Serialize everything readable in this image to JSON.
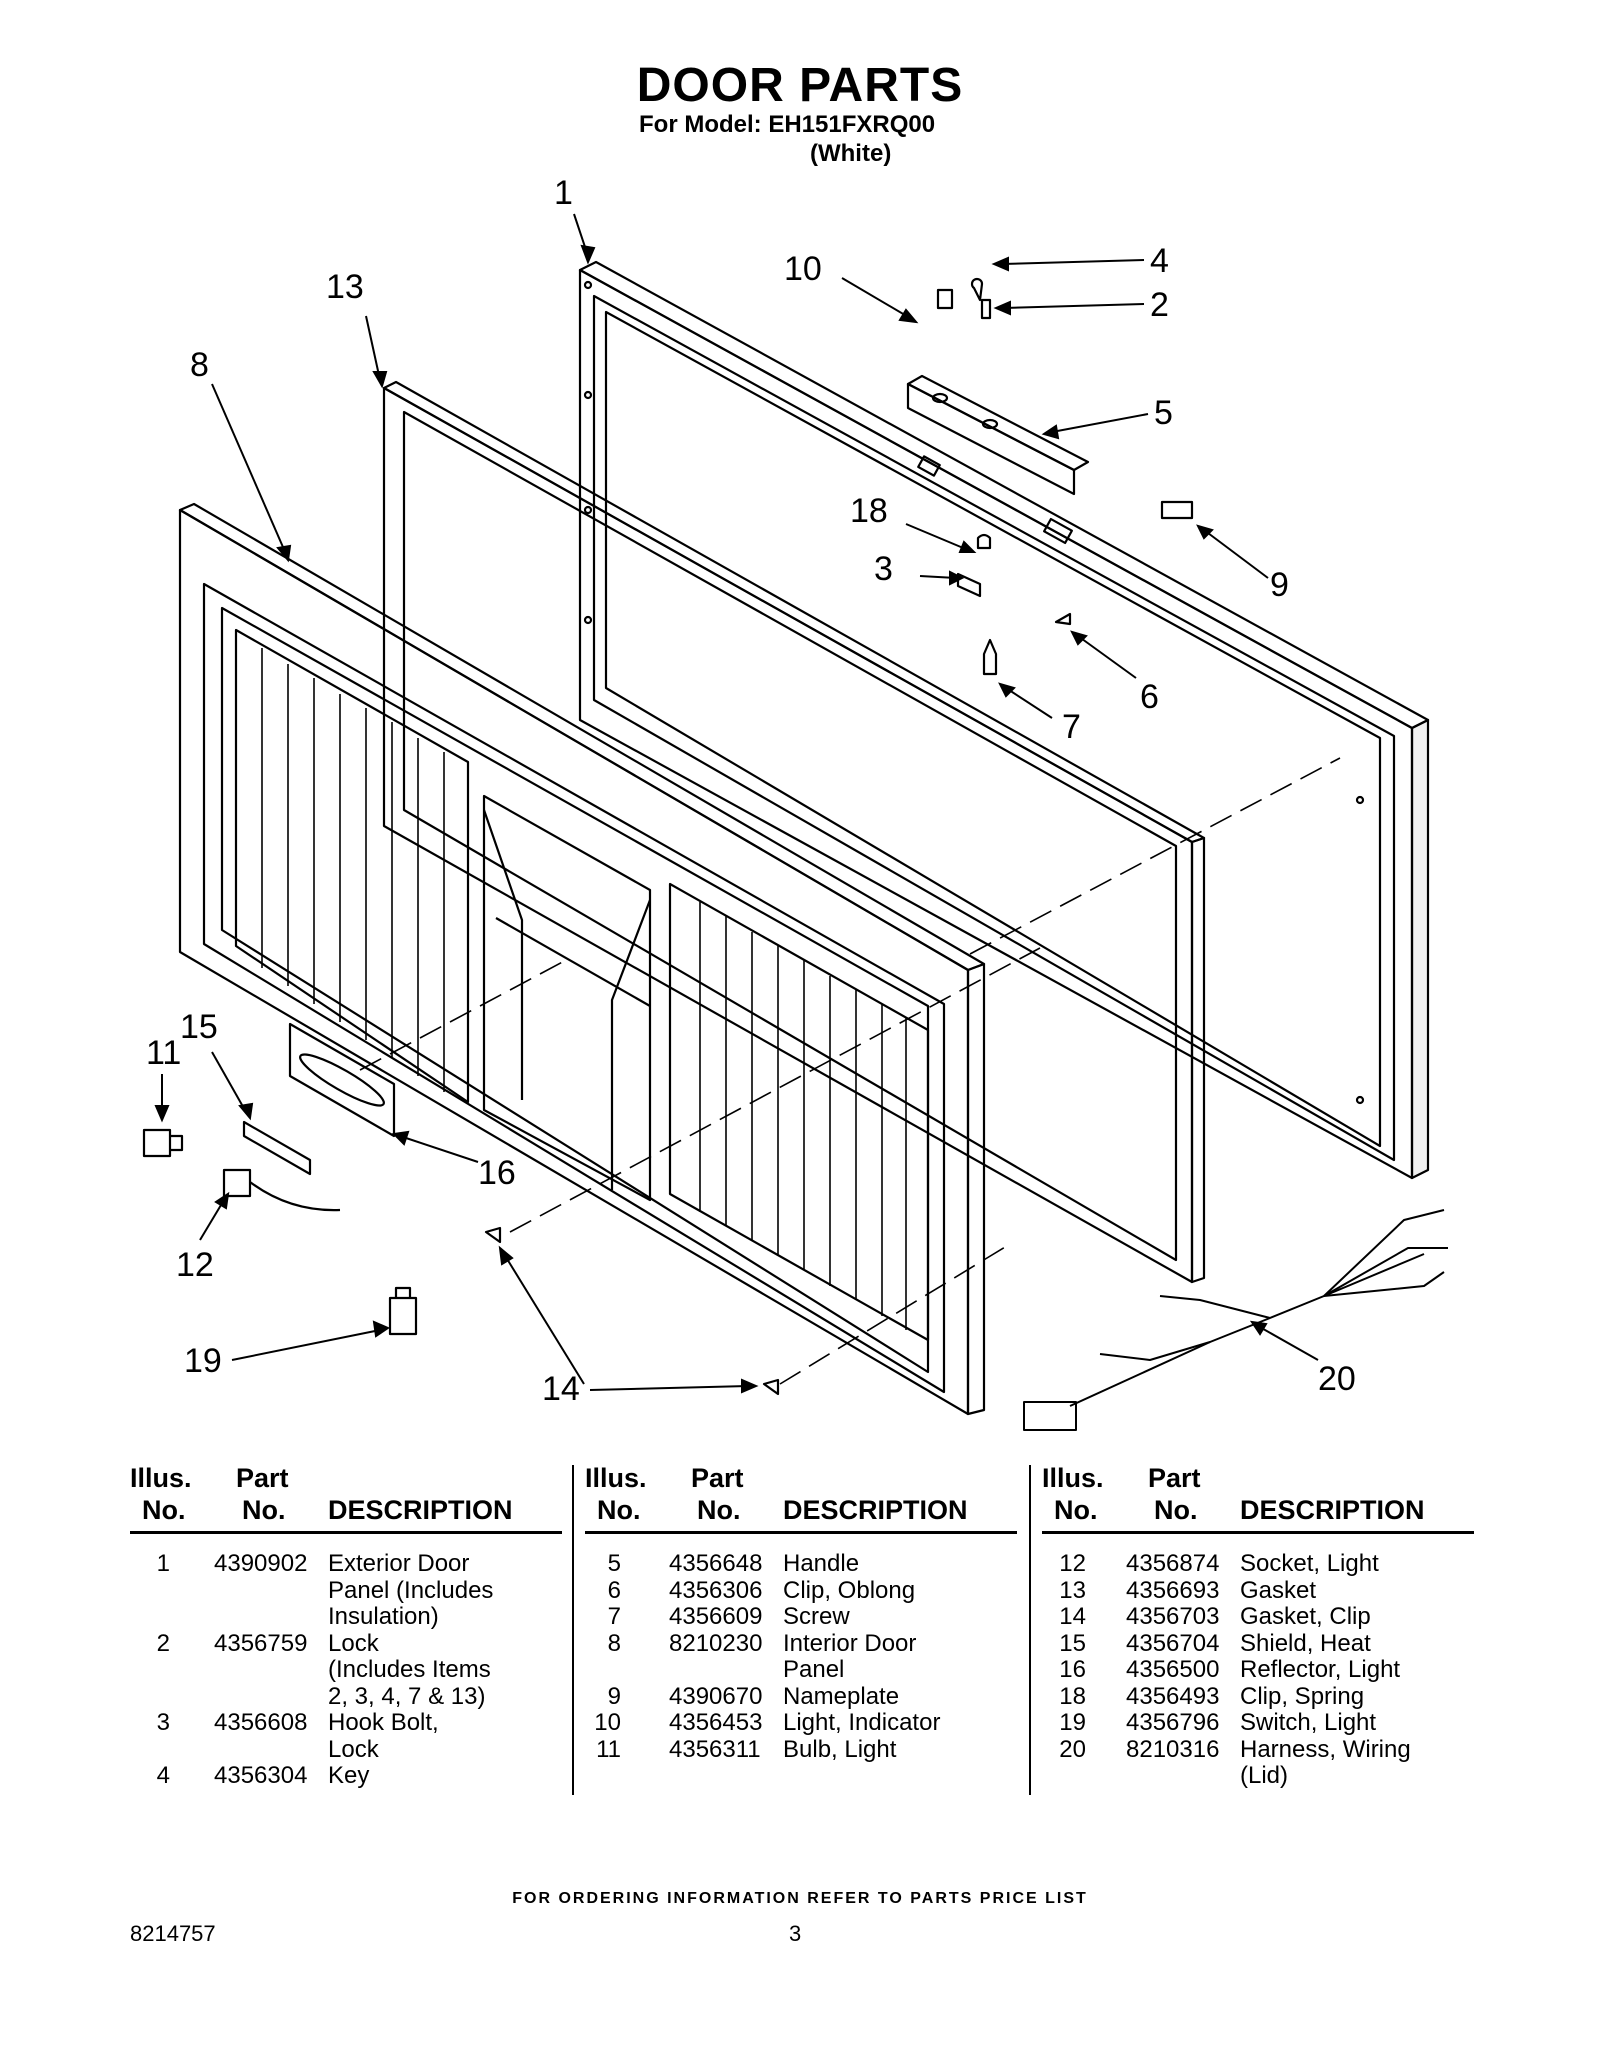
{
  "header": {
    "title": "DOOR PARTS",
    "model": "For Model: EH151FXRQ00",
    "color": "(White)"
  },
  "callouts": [
    "1",
    "2",
    "3",
    "4",
    "5",
    "6",
    "7",
    "8",
    "9",
    "10",
    "11",
    "12",
    "13",
    "14",
    "15",
    "16",
    "18",
    "19",
    "20"
  ],
  "parts_table": {
    "headers": {
      "illus": [
        "Illus.",
        "No."
      ],
      "part": [
        "Part",
        "No."
      ],
      "description": "DESCRIPTION"
    },
    "columns": [
      [
        {
          "illus": "1",
          "part": "4390902",
          "desc": [
            "Exterior Door",
            "Panel (Includes",
            "Insulation)"
          ]
        },
        {
          "illus": "2",
          "part": "4356759",
          "desc": [
            "Lock",
            "(Includes Items",
            "2, 3, 4, 7 & 13)"
          ]
        },
        {
          "illus": "3",
          "part": "4356608",
          "desc": [
            "Hook Bolt,",
            "Lock"
          ]
        },
        {
          "illus": "4",
          "part": "4356304",
          "desc": [
            "Key"
          ]
        }
      ],
      [
        {
          "illus": "5",
          "part": "4356648",
          "desc": [
            "Handle"
          ]
        },
        {
          "illus": "6",
          "part": "4356306",
          "desc": [
            "Clip, Oblong"
          ]
        },
        {
          "illus": "7",
          "part": "4356609",
          "desc": [
            "Screw"
          ]
        },
        {
          "illus": "8",
          "part": "8210230",
          "desc": [
            "Interior Door",
            "Panel"
          ]
        },
        {
          "illus": "9",
          "part": "4390670",
          "desc": [
            "Nameplate"
          ]
        },
        {
          "illus": "10",
          "part": "4356453",
          "desc": [
            "Light, Indicator"
          ]
        },
        {
          "illus": "11",
          "part": "4356311",
          "desc": [
            "Bulb, Light"
          ]
        }
      ],
      [
        {
          "illus": "12",
          "part": "4356874",
          "desc": [
            "Socket, Light"
          ]
        },
        {
          "illus": "13",
          "part": "4356693",
          "desc": [
            "Gasket"
          ]
        },
        {
          "illus": "14",
          "part": "4356703",
          "desc": [
            "Gasket, Clip"
          ]
        },
        {
          "illus": "15",
          "part": "4356704",
          "desc": [
            "Shield, Heat"
          ]
        },
        {
          "illus": "16",
          "part": "4356500",
          "desc": [
            "Reflector, Light"
          ]
        },
        {
          "illus": "18",
          "part": "4356493",
          "desc": [
            "Clip, Spring"
          ]
        },
        {
          "illus": "19",
          "part": "4356796",
          "desc": [
            "Switch, Light"
          ]
        },
        {
          "illus": "20",
          "part": "8210316",
          "desc": [
            "Harness, Wiring",
            "(Lid)"
          ]
        }
      ]
    ]
  },
  "footer": {
    "note": "FOR ORDERING INFORMATION REFER TO PARTS PRICE LIST",
    "doc_number": "8214757",
    "page": "3"
  }
}
